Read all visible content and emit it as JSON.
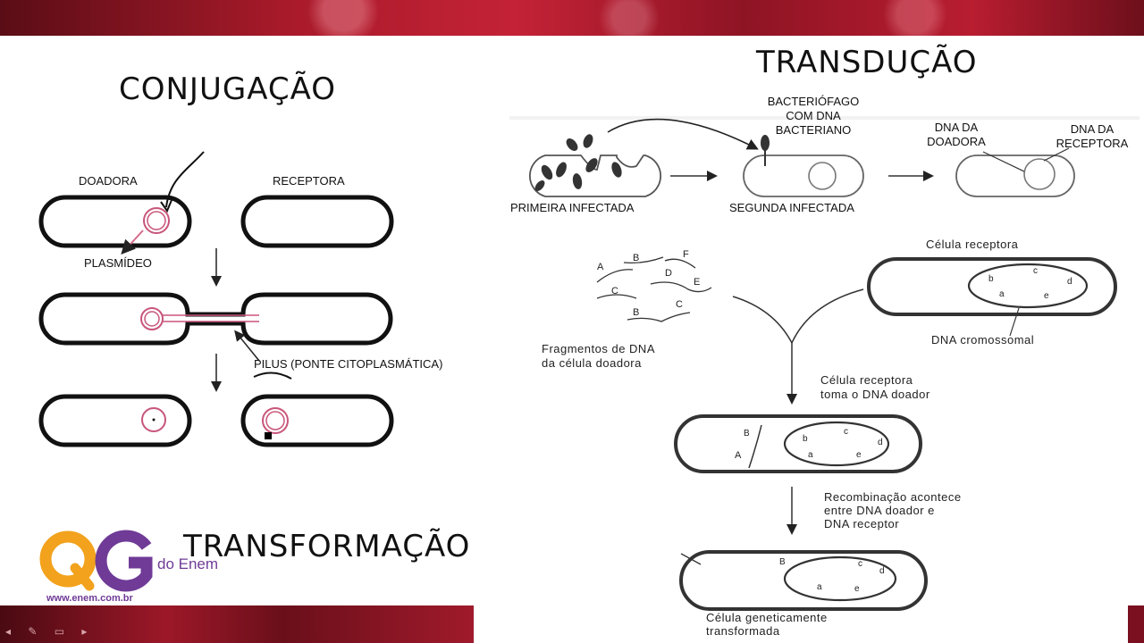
{
  "titles": {
    "conjugacao": "CONJUGAÇÃO",
    "transducao": "TRANSDUÇÃO",
    "transformacao": "TRANSFORMAÇÃO"
  },
  "conjugacao": {
    "doadora": "DOADORA",
    "receptora": "RECEPTORA",
    "plasmideo": "PLASMÍDEO",
    "pilus": "PILUS (PONTE CITOPLASMÁTICA)"
  },
  "transducao": {
    "bacteriofago": [
      "BACTERIÓFAGO",
      "COM DNA",
      "BACTERIANO"
    ],
    "dna_doadora": [
      "DNA DA",
      "DOADORA"
    ],
    "dna_receptora": [
      "DNA DA",
      "RECEPTORA"
    ],
    "primeira": "PRIMEIRA INFECTADA",
    "segunda": "SEGUNDA INFECTADA"
  },
  "transformacao": {
    "celula_receptora": "Célula receptora",
    "dna_cromossomal": "DNA cromossomal",
    "fragmentos": [
      "Fragmentos de DNA",
      "da célula doadora"
    ],
    "toma": [
      "Célula receptora",
      "toma o DNA doador"
    ],
    "recombinacao": [
      "Recombinação acontece",
      "entre DNA doador e",
      "DNA receptor"
    ],
    "final": [
      "Célula geneticamente",
      "transformada"
    ],
    "fragment_letters": [
      "A",
      "B",
      "C",
      "D",
      "E",
      "F"
    ],
    "chromosome_letters": [
      "b",
      "c",
      "d",
      "e",
      "a"
    ],
    "donor_letters": [
      "B",
      "A"
    ],
    "final_letters": [
      "B",
      "c",
      "d",
      "e",
      "a"
    ]
  },
  "logo": {
    "sub": "do Enem",
    "url": "www.enem.com.br",
    "colors": {
      "orange": "#f2a21c",
      "purple": "#6f3b97"
    }
  },
  "nav_icons": "◂ ✎ ▭ ▸"
}
